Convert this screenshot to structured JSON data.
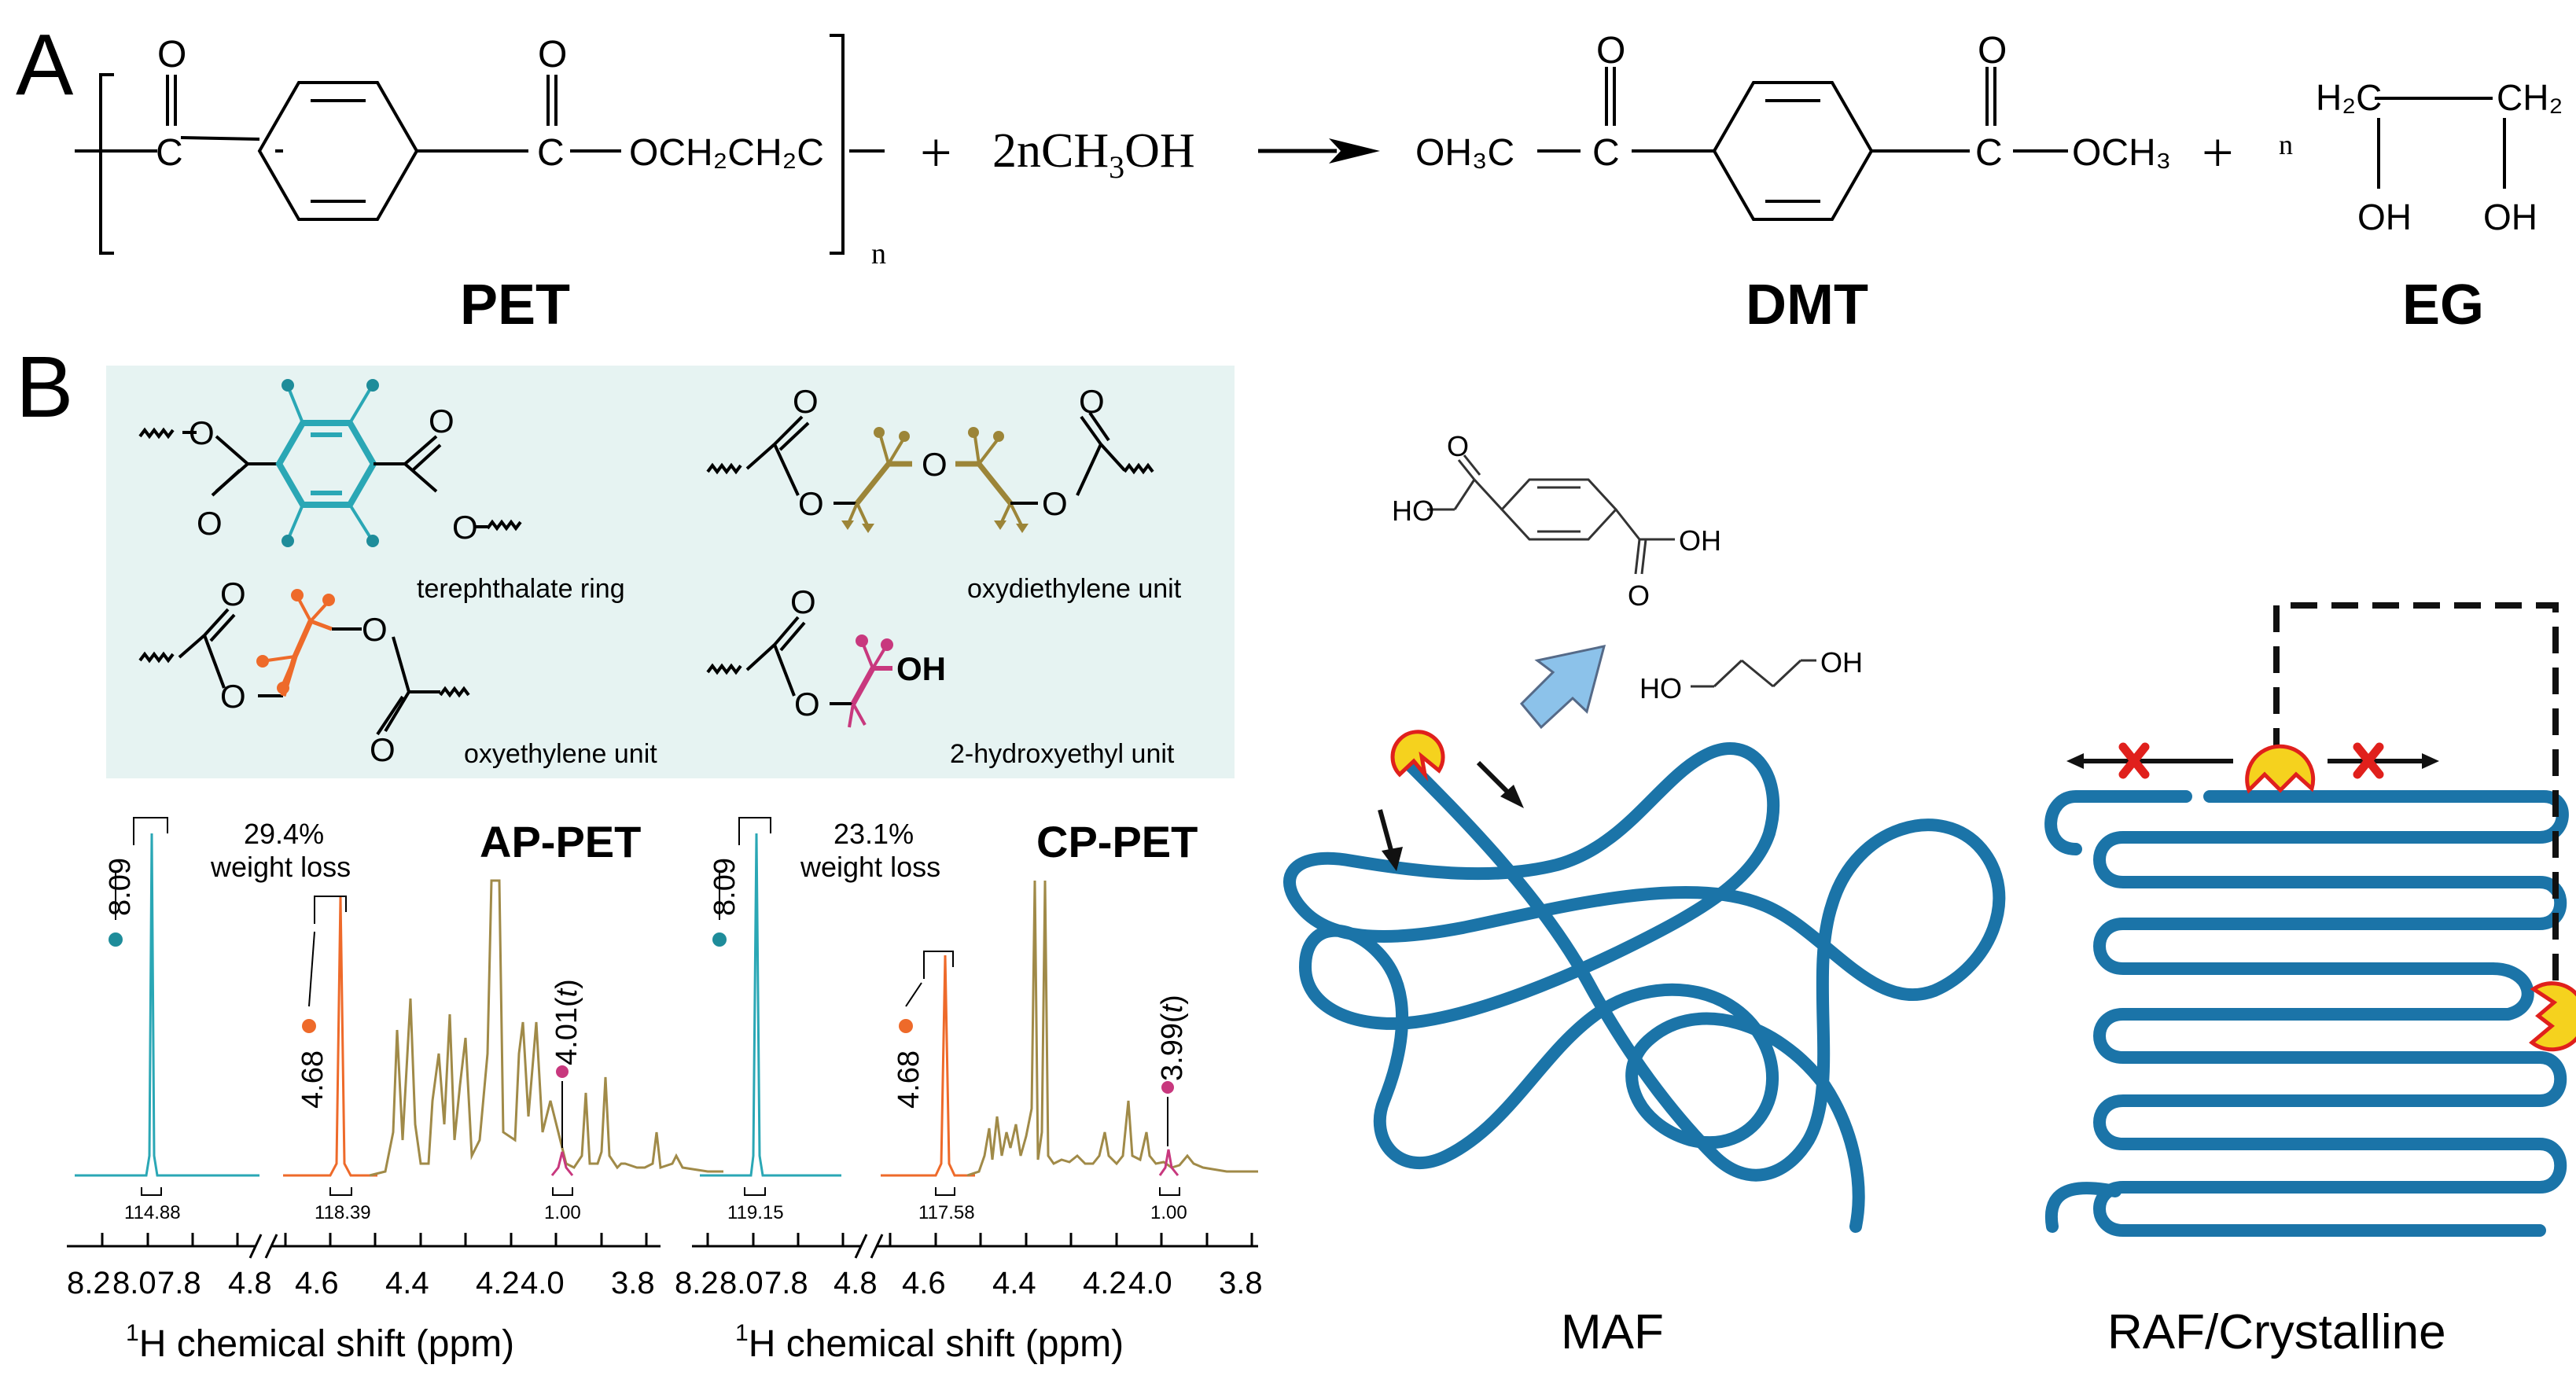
{
  "panel_a": {
    "label": "A",
    "pet_unit": {
      "carbonyl_o": "O",
      "carbon": "C",
      "ester_group": "OCH₂CH₂C",
      "repeat_n": "n",
      "name": "PET"
    },
    "reactant": {
      "coefficient": "2n",
      "formula_a": "CH",
      "sub": "3",
      "formula_b": "OH"
    },
    "plus": "+",
    "dmt": {
      "left_group": "OH₃C",
      "carbon": "C",
      "carbonyl_o": "O",
      "right_group": "OCH₃",
      "name": "DMT"
    },
    "eg": {
      "coefficient": "n",
      "left_ch2": "H₂C",
      "right_ch2": "CH₂",
      "oh": "OH",
      "name": "EG"
    }
  },
  "panel_b": {
    "label": "B",
    "units": {
      "ring": "terephthalate ring",
      "oxydiethylene": "oxydiethylene unit",
      "oxyethylene": "oxyethylene unit",
      "hydroxyethyl": "2-hydroxyethyl unit",
      "atom_o": "O",
      "atom_oh": "OH"
    },
    "colors": {
      "ring": "#2aa7b5",
      "oxydiethylene": "#9c8538",
      "oxyethylene": "#ee6a2a",
      "hydroxyethyl": "#c8387e",
      "box": "#e6f3f2",
      "chain": "#1b74a8",
      "enzyme": "#f5d21e",
      "enzyme_edge": "#e0201c",
      "arrow_fill": "#8cc2ea"
    },
    "spectra": [
      {
        "title": "AP-PET",
        "loss_pct": "29.4%",
        "loss_text": "weight loss",
        "peak_ring": "8.09",
        "peak_oxy": "4.68",
        "peak_end": "4.01(",
        "peak_end_t": "t",
        "peak_end_close": ")",
        "int_ring": "114.88",
        "int_oxy": "118.39",
        "int_end": "1.00",
        "ticks": [
          "8.2",
          "8.0",
          "7.8",
          "4.8",
          "4.6",
          "4.4",
          "4.2",
          "4.0",
          "3.8"
        ],
        "axis_sup": "1",
        "axis_label": "H chemical shift (ppm)"
      },
      {
        "title": "CP-PET",
        "loss_pct": "23.1%",
        "loss_text": "weight loss",
        "peak_ring": "8.09",
        "peak_oxy": "4.68",
        "peak_end": "3.99(",
        "peak_end_t": "t",
        "peak_end_close": ")",
        "int_ring": "119.15",
        "int_oxy": "117.58",
        "int_end": "1.00",
        "ticks": [
          "8.2",
          "8.0",
          "7.8",
          "4.8",
          "4.6",
          "4.4",
          "4.2",
          "4.0",
          "3.8"
        ],
        "axis_sup": "1",
        "axis_label": "H chemical shift (ppm)"
      }
    ],
    "products": {
      "oh": "OH",
      "ho": "HO",
      "o": "O"
    },
    "maf_label": "MAF",
    "raf_label": "RAF/Crystalline"
  }
}
